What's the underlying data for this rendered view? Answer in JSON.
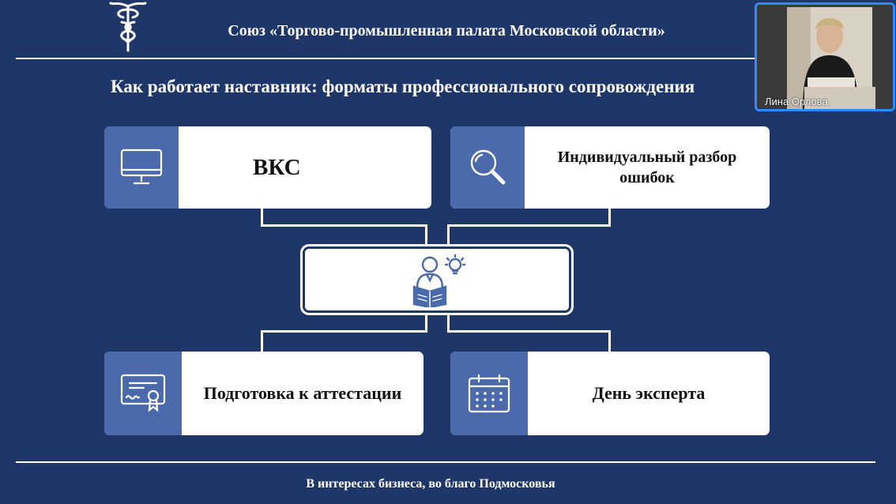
{
  "header": {
    "org_title": "Союз «Торгово-промышленная палата Московской области»",
    "logo_icon": "hermes-caduceus-logo-icon"
  },
  "slide": {
    "title": "Как работает наставник: форматы профессионального сопровождения",
    "cards": [
      {
        "label": "ВКС",
        "icon": "monitor-icon"
      },
      {
        "label": "Индивидуальный разбор ошибок",
        "icon": "magnifier-icon"
      },
      {
        "label": "Подготовка к аттестации",
        "icon": "certificate-icon"
      },
      {
        "label": "День эксперта",
        "icon": "calendar-icon"
      }
    ],
    "center_icon": "mentor-reading-with-lightbulb-icon"
  },
  "footer": {
    "text": "В интересах бизнеса, во благо Подмосковья"
  },
  "video": {
    "participant_name": "Лина Орлова",
    "active_speaker_border": "#2d8cff"
  },
  "colors": {
    "background": "#1f3768",
    "card_accent": "#4b6aab"
  }
}
